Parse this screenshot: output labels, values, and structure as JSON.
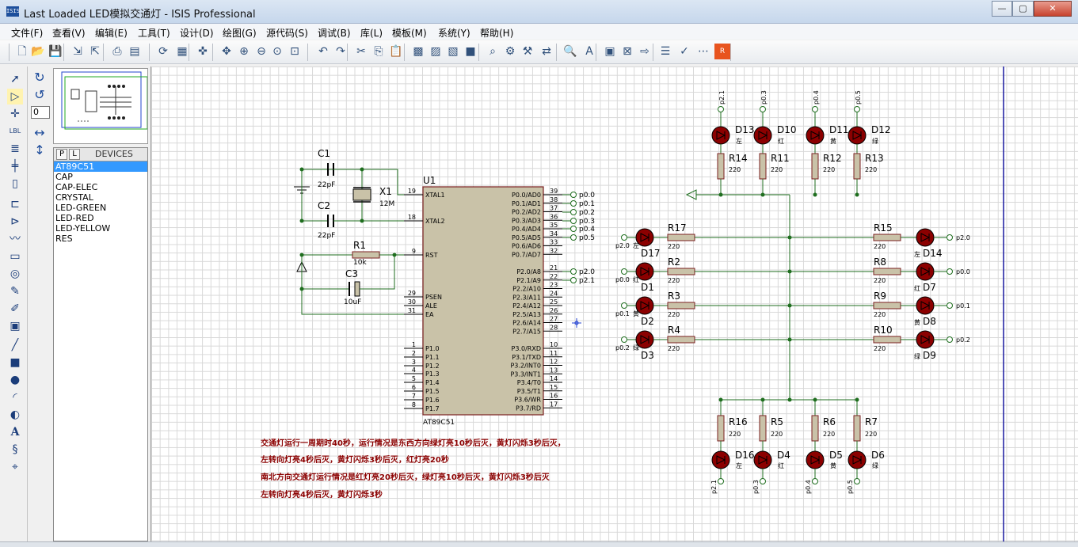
{
  "window": {
    "title": "Last Loaded LED模拟交通灯 - ISIS Professional",
    "icon_text": "ISIS"
  },
  "menu": [
    "文件(F)",
    "查看(V)",
    "编辑(E)",
    "工具(T)",
    "设计(D)",
    "绘图(G)",
    "源代码(S)",
    "调试(B)",
    "库(L)",
    "模板(M)",
    "系统(Y)",
    "帮助(H)"
  ],
  "toolbar": [
    "new-icon",
    "open-icon",
    "save-icon",
    "import-icon",
    "export-icon",
    "print-icon",
    "print-area-icon",
    "refresh-icon",
    "grid-icon",
    "origin-icon",
    "pan-icon",
    "zoom-in-icon",
    "zoom-out-icon",
    "zoom-all-icon",
    "zoom-area-icon",
    "undo-icon",
    "redo-icon",
    "cut-icon",
    "copy-icon",
    "paste-icon",
    "block-copy-icon",
    "block-move-icon",
    "block-rotate-icon",
    "block-delete-icon",
    "pick-device-icon",
    "make-device-icon",
    "decompose-icon",
    "wire-autoroute-icon",
    "search-icon",
    "property-assign-icon",
    "new-sheet-icon",
    "remove-sheet-icon",
    "goto-sheet-icon",
    "bom-icon",
    "drc-icon",
    "netlist-icon",
    "ares-icon"
  ],
  "rotation_value": "0",
  "devices": {
    "header": "DEVICES",
    "p_label": "P",
    "l_label": "L",
    "items": [
      "AT89C51",
      "CAP",
      "CAP-ELEC",
      "CRYSTAL",
      "LED-GREEN",
      "LED-RED",
      "LED-YELLOW",
      "RES"
    ],
    "selected": "AT89C51"
  },
  "schematic": {
    "mcu": {
      "ref": "U1",
      "part": "AT89C51",
      "left_pins": [
        {
          "num": "19",
          "name": "XTAL1"
        },
        {
          "num": "18",
          "name": "XTAL2"
        },
        {
          "num": "9",
          "name": "RST"
        },
        {
          "num": "29",
          "name": "PSEN"
        },
        {
          "num": "30",
          "name": "ALE"
        },
        {
          "num": "31",
          "name": "EA"
        },
        {
          "num": "1",
          "name": "P1.0"
        },
        {
          "num": "2",
          "name": "P1.1"
        },
        {
          "num": "3",
          "name": "P1.2"
        },
        {
          "num": "4",
          "name": "P1.3"
        },
        {
          "num": "5",
          "name": "P1.4"
        },
        {
          "num": "6",
          "name": "P1.5"
        },
        {
          "num": "7",
          "name": "P1.6"
        },
        {
          "num": "8",
          "name": "P1.7"
        }
      ],
      "right_pins": [
        {
          "num": "39",
          "name": "P0.0/AD0"
        },
        {
          "num": "38",
          "name": "P0.1/AD1"
        },
        {
          "num": "37",
          "name": "P0.2/AD2"
        },
        {
          "num": "36",
          "name": "P0.3/AD3"
        },
        {
          "num": "35",
          "name": "P0.4/AD4"
        },
        {
          "num": "34",
          "name": "P0.5/AD5"
        },
        {
          "num": "33",
          "name": "P0.6/AD6"
        },
        {
          "num": "32",
          "name": "P0.7/AD7"
        },
        {
          "num": "21",
          "name": "P2.0/A8"
        },
        {
          "num": "22",
          "name": "P2.1/A9"
        },
        {
          "num": "23",
          "name": "P2.2/A10"
        },
        {
          "num": "24",
          "name": "P2.3/A11"
        },
        {
          "num": "25",
          "name": "P2.4/A12"
        },
        {
          "num": "26",
          "name": "P2.5/A13"
        },
        {
          "num": "27",
          "name": "P2.6/A14"
        },
        {
          "num": "28",
          "name": "P2.7/A15"
        },
        {
          "num": "10",
          "name": "P3.0/RXD"
        },
        {
          "num": "11",
          "name": "P3.1/TXD"
        },
        {
          "num": "12",
          "name": "P3.2/INT0"
        },
        {
          "num": "13",
          "name": "P3.3/INT1"
        },
        {
          "num": "14",
          "name": "P3.4/T0"
        },
        {
          "num": "15",
          "name": "P3.5/T1"
        },
        {
          "num": "16",
          "name": "P3.6/WR"
        },
        {
          "num": "17",
          "name": "P3.7/RD"
        }
      ],
      "port_labels": [
        "p0.0",
        "p0.1",
        "p0.2",
        "p0.3",
        "p0.4",
        "p0.5",
        "p2.0",
        "p2.1"
      ]
    },
    "parts": {
      "c1": {
        "ref": "C1",
        "value": "22pF"
      },
      "c2": {
        "ref": "C2",
        "value": "22pF"
      },
      "c3": {
        "ref": "C3",
        "value": "10uF"
      },
      "x1": {
        "ref": "X1",
        "value": "12M"
      },
      "r1": {
        "ref": "R1",
        "value": "10k"
      }
    },
    "top_leds": [
      {
        "led": "D13",
        "port": "p2.1",
        "color": "左",
        "res": "R14",
        "val": "220"
      },
      {
        "led": "D10",
        "port": "p0.3",
        "color": "红",
        "res": "R11",
        "val": "220"
      },
      {
        "led": "D11",
        "port": "p0.4",
        "color": "黄",
        "res": "R12",
        "val": "220"
      },
      {
        "led": "D12",
        "port": "p0.5",
        "color": "绿",
        "res": "R13",
        "val": "220"
      }
    ],
    "bottom_leds": [
      {
        "led": "D16",
        "port": "p2.1",
        "color": "左",
        "res": "R16",
        "val": "220"
      },
      {
        "led": "D4",
        "port": "p0.3",
        "color": "红",
        "res": "R5",
        "val": "220"
      },
      {
        "led": "D5",
        "port": "p0.4",
        "color": "黄",
        "res": "R6",
        "val": "220"
      },
      {
        "led": "D6",
        "port": "p0.5",
        "color": "绿",
        "res": "R7",
        "val": "220"
      }
    ],
    "left_leds": [
      {
        "led": "D17",
        "port": "p2.0",
        "color": "左",
        "res": "R17",
        "val": "220"
      },
      {
        "led": "D1",
        "port": "p0.0",
        "color": "红",
        "res": "R2",
        "val": "220"
      },
      {
        "led": "D2",
        "port": "p0.1",
        "color": "黄",
        "res": "R3",
        "val": "220"
      },
      {
        "led": "D3",
        "port": "p0.2",
        "color": "绿",
        "res": "R4",
        "val": "220"
      }
    ],
    "right_leds": [
      {
        "led": "D14",
        "port": "p2.0",
        "color": "左",
        "res": "R15",
        "val": "220"
      },
      {
        "led": "D7",
        "port": "p0.0",
        "color": "红",
        "res": "R8",
        "val": "220"
      },
      {
        "led": "D8",
        "port": "p0.1",
        "color": "黄",
        "res": "R9",
        "val": "220"
      },
      {
        "led": "D9",
        "port": "p0.2",
        "color": "绿",
        "res": "R10",
        "val": "220"
      }
    ],
    "notes": [
      "交通灯运行一周期时40秒，运行情况是东西方向绿灯亮10秒后灭，黄灯闪烁3秒后灭，",
      "左转向灯亮4秒后灭，黄灯闪烁3秒后灭，红灯亮20秒",
      "南北方向交通灯运行情况是红灯亮20秒后灭，绿灯亮10秒后灭，黄灯闪烁3秒后灭",
      "左转向灯亮4秒后灭，黄灯闪烁3秒"
    ]
  },
  "colors": {
    "wire": "#1f6e1f",
    "part_body": "#c9c2a8",
    "part_outline": "#7a2020",
    "led": "#8b0000",
    "note": "#8b0000"
  }
}
